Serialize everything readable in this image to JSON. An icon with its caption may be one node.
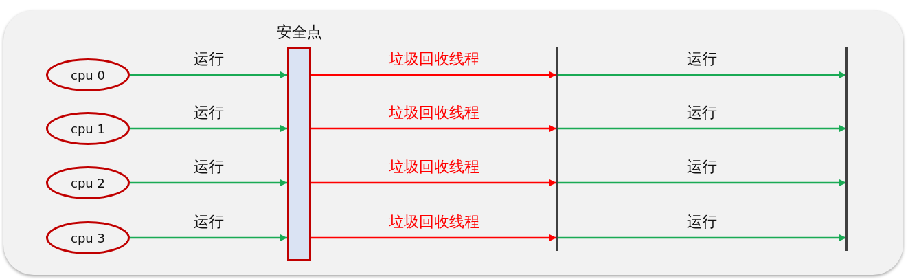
{
  "diagram": {
    "nodes": [
      {
        "text": [
          "cpu 0"
        ]
      },
      {
        "text": [
          "cpu 1"
        ]
      },
      {
        "text": [
          "cpu 2"
        ]
      },
      {
        "text": [
          "cpu 3"
        ]
      },
      {
        "text": [
          "安全点"
        ]
      },
      {
        "text": [],
        "shape": "bar"
      },
      {
        "text": [],
        "shape": "bar"
      }
    ],
    "edges": [
      {
        "from": 0,
        "to": 4,
        "arrow": "to",
        "label": "运行"
      },
      {
        "from": 1,
        "to": 4,
        "arrow": "to",
        "label": "运行"
      },
      {
        "from": 2,
        "to": 4,
        "arrow": "to",
        "label": "运行"
      },
      {
        "from": 3,
        "to": 4,
        "arrow": "to",
        "label": "运行"
      },
      {
        "from": 4,
        "to": 5,
        "arrow": "to",
        "label": "垃圾回收线程",
        "color": "#ff0000"
      },
      {
        "from": 4,
        "to": 5,
        "arrow": "to",
        "label": "垃圾回收线程",
        "color": "#ff0000"
      },
      {
        "from": 4,
        "to": 5,
        "arrow": "to",
        "label": "垃圾回收线程",
        "color": "#ff0000"
      },
      {
        "from": 4,
        "to": 5,
        "arrow": "to",
        "label": "垃圾回收线程",
        "color": "#ff0000"
      },
      {
        "from": 5,
        "to": 6,
        "arrow": "to",
        "label": "运行"
      },
      {
        "from": 5,
        "to": 6,
        "arrow": "to",
        "label": "运行"
      },
      {
        "from": 5,
        "to": 6,
        "arrow": "to",
        "label": "运行"
      },
      {
        "from": 5,
        "to": 6,
        "arrow": "to",
        "label": "运行"
      }
    ]
  }
}
